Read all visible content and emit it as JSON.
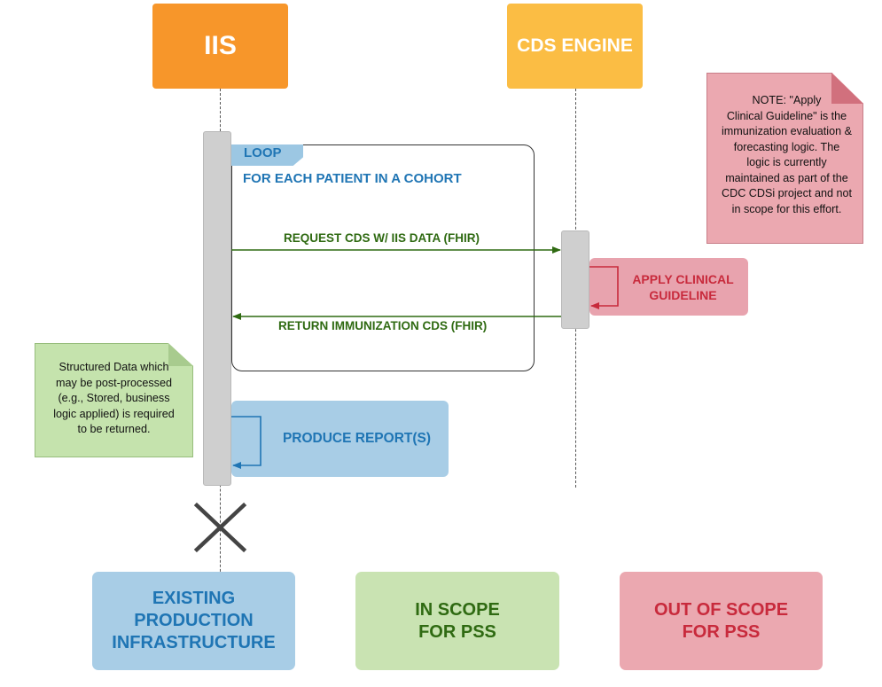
{
  "actors": {
    "iis": "IIS",
    "cds_engine": "CDS ENGINE"
  },
  "loop": {
    "tag": "LOOP",
    "condition": "FOR EACH PATIENT IN A COHORT"
  },
  "messages": {
    "request": "REQUEST CDS  W/ IIS DATA (FHIR)",
    "return": "RETURN IMMUNIZATION CDS (FHIR)"
  },
  "self_calls": {
    "apply_line1": "APPLY CLINICAL",
    "apply_line2": "GUIDELINE",
    "produce": "PRODUCE REPORT(S)"
  },
  "notes": {
    "red": [
      "NOTE: \"Apply",
      "Clinical Guideline\" is the",
      "immunization evaluation &",
      "forecasting logic. The",
      "logic is currently",
      "maintained as part of the",
      "CDC CDSi project and not",
      "in scope for this effort."
    ],
    "green": [
      "Structured Data which",
      "may be post-processed",
      "(e.g., Stored, business",
      "logic applied) is required",
      "to be returned."
    ]
  },
  "legend": {
    "existing": [
      "EXISTING",
      "PRODUCTION",
      "INFRASTRUCTURE"
    ],
    "in_scope": [
      "IN SCOPE",
      "FOR PSS"
    ],
    "out_of_scope": [
      "OUT OF SCOPE",
      "FOR PSS"
    ]
  },
  "colors": {
    "iis_actor": "#f7962a",
    "cds_actor": "#fbbd44",
    "existing_blue": "#a8cde6",
    "in_scope_green": "#c9e3b2",
    "out_scope_red": "#eba8b0",
    "message_green": "#2f6a12",
    "red_text": "#c82a3c",
    "blue_text": "#1f75b4"
  }
}
